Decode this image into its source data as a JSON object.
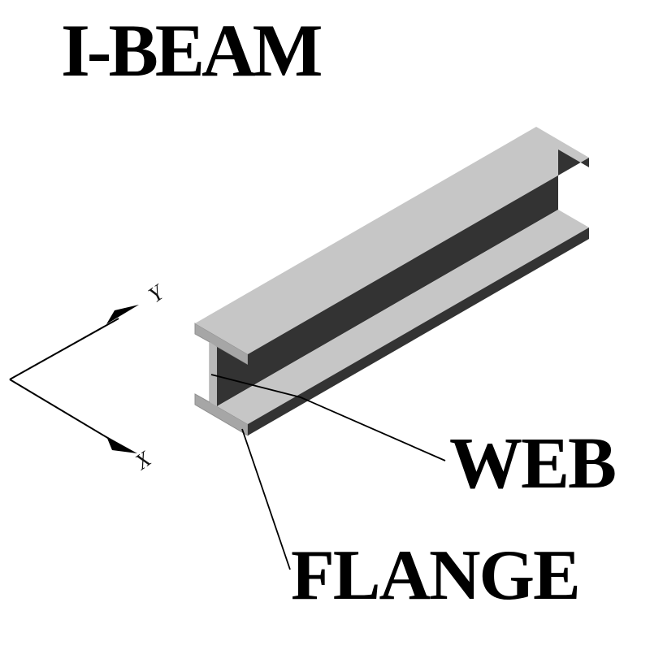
{
  "title": "I-BEAM",
  "beam_labels": {
    "web": "WEB",
    "flange": "FLANGE"
  },
  "axis_labels": {
    "x": "X",
    "y": "Y"
  },
  "colors": {
    "background": "#ffffff",
    "top_face": "#c6c6c6",
    "section_face": "#a6a6a6",
    "web_front_face": "#b9b9b9",
    "section_edge": "#8f8f8f",
    "dark_face": "#333333",
    "line": "#000000"
  }
}
